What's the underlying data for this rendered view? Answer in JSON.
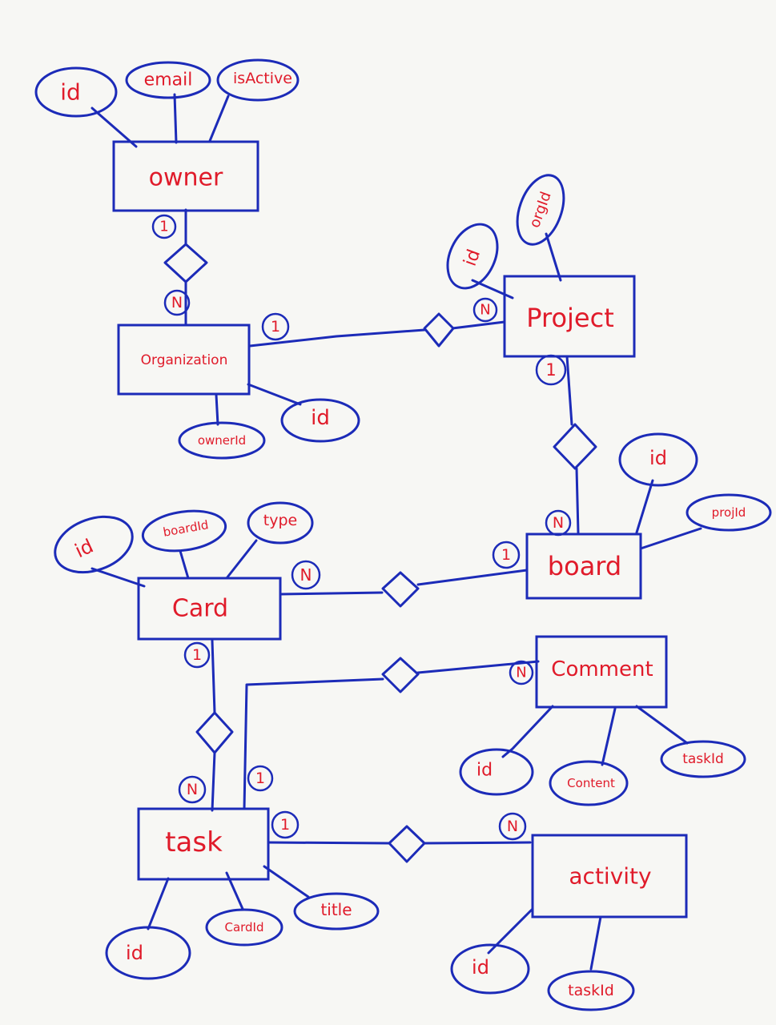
{
  "colors": {
    "ink": "#1c2bb8",
    "label": "#e01b2a",
    "paper": "#f7f7f4"
  },
  "entities": {
    "owner": "owner",
    "organization": "Organization",
    "project": "Project",
    "board": "board",
    "card": "Card",
    "comment": "Comment",
    "task": "task",
    "activity": "activity"
  },
  "attributes": {
    "owner": [
      "id",
      "email",
      "isActive"
    ],
    "organization": [
      "ownerId",
      "id"
    ],
    "project": [
      "id",
      "orgId"
    ],
    "board": [
      "id",
      "projId"
    ],
    "card": [
      "id",
      "boardId",
      "type"
    ],
    "comment": [
      "id",
      "Content",
      "taskId"
    ],
    "task": [
      "id",
      "CardId",
      "title"
    ],
    "activity": [
      "id",
      "taskId"
    ]
  },
  "relationships": [
    {
      "from": "owner",
      "to": "organization",
      "from_card": "1",
      "to_card": "N"
    },
    {
      "from": "organization",
      "to": "project",
      "from_card": "1",
      "to_card": "N"
    },
    {
      "from": "project",
      "to": "board",
      "from_card": "1",
      "to_card": "N"
    },
    {
      "from": "board",
      "to": "card",
      "from_card": "1",
      "to_card": "N"
    },
    {
      "from": "card",
      "to": "task",
      "from_card": "1",
      "to_card": "N"
    },
    {
      "from": "task",
      "to": "comment",
      "from_card": "1",
      "to_card": "N"
    },
    {
      "from": "task",
      "to": "activity",
      "from_card": "1",
      "to_card": "N"
    }
  ]
}
